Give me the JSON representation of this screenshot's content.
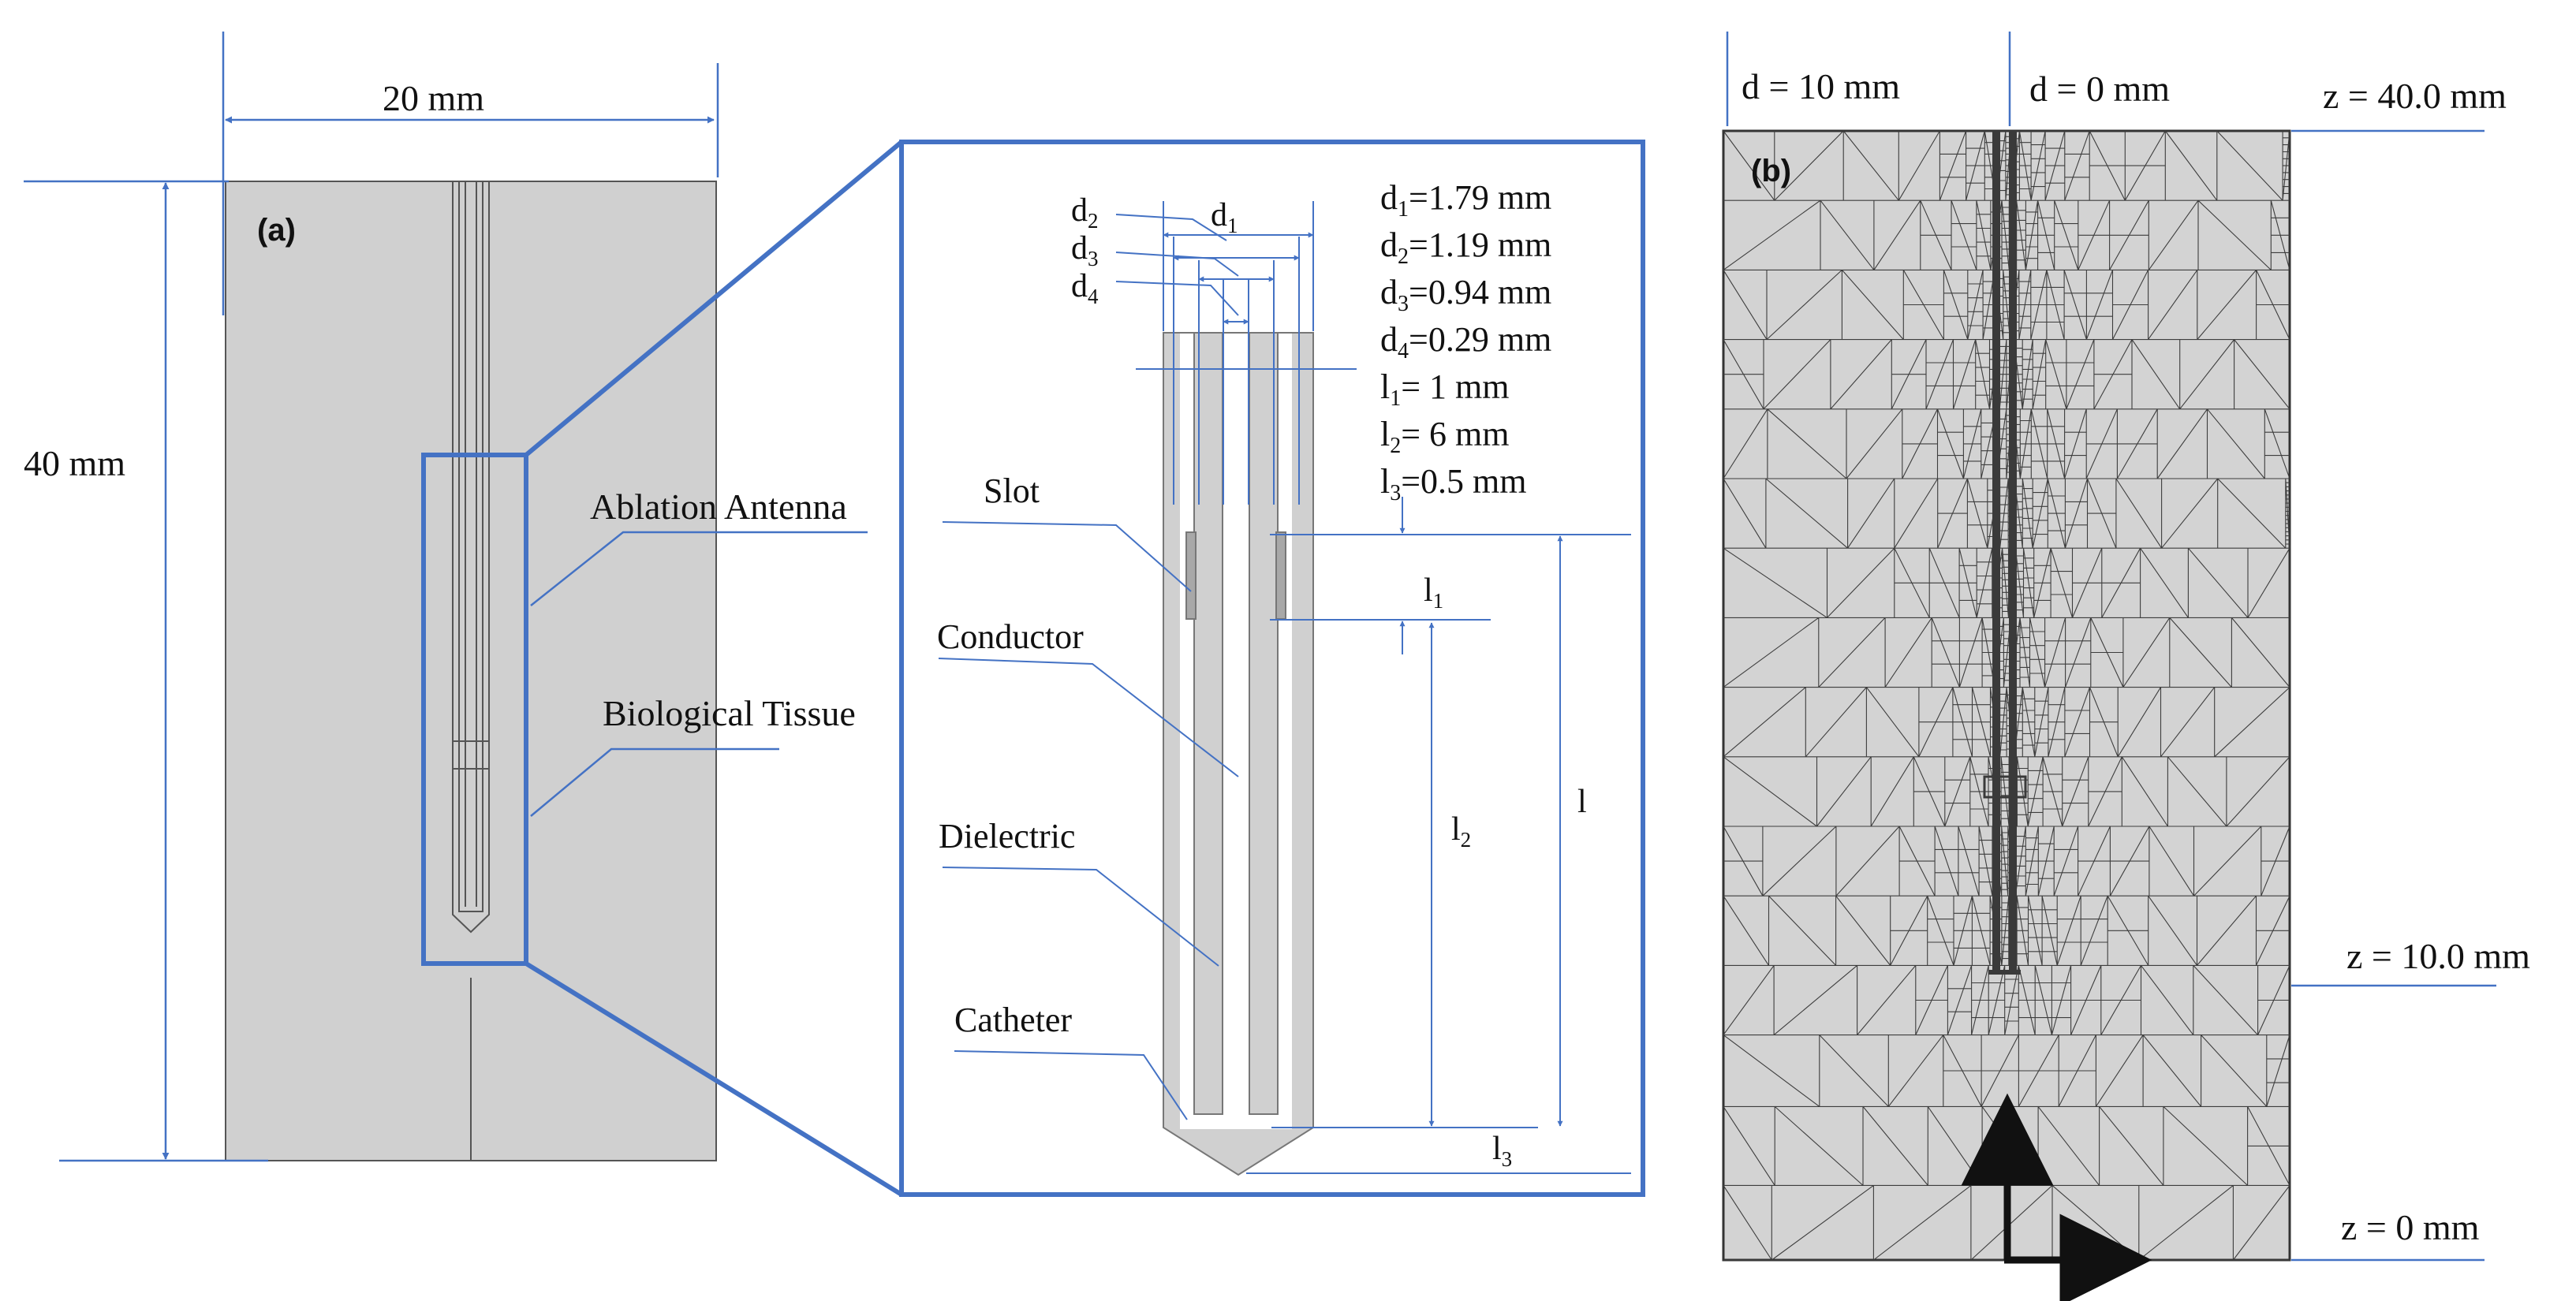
{
  "colors": {
    "dim_line": "#4472C4",
    "tissue": "#D0D0D0",
    "outline": "#555555",
    "mesh_line": "#3d3d3d",
    "axis_arrow": "#111111"
  },
  "panel_a": {
    "tag": "(a)",
    "width_dim": "20 mm",
    "height_dim": "40 mm",
    "label_antenna": "Ablation Antenna",
    "label_tissue": "Biological Tissue"
  },
  "detail": {
    "label_slot": "Slot",
    "label_conductor": "Conductor",
    "label_dielectric": "Dielectric",
    "label_catheter": "Catheter",
    "dims": [
      {
        "base": "d",
        "sub": "1",
        "rest": "=1.79 mm"
      },
      {
        "base": "d",
        "sub": "2",
        "rest": "=1.19 mm"
      },
      {
        "base": "d",
        "sub": "3",
        "rest": "=0.94 mm"
      },
      {
        "base": "d",
        "sub": "4",
        "rest": "=0.29 mm"
      },
      {
        "base": "l",
        "sub": "1",
        "rest": "= 1 mm"
      },
      {
        "base": "l",
        "sub": "2",
        "rest": "= 6 mm"
      },
      {
        "base": "l",
        "sub": "3",
        "rest": "=0.5 mm"
      }
    ],
    "tag_d1": {
      "base": "d",
      "sub": "1"
    },
    "tag_d2": {
      "base": "d",
      "sub": "2"
    },
    "tag_d3": {
      "base": "d",
      "sub": "3"
    },
    "tag_d4": {
      "base": "d",
      "sub": "4"
    },
    "tag_l1": {
      "base": "l",
      "sub": "1"
    },
    "tag_l2": {
      "base": "l",
      "sub": "2"
    },
    "tag_l3": {
      "base": "l",
      "sub": "3"
    },
    "tag_l": "l"
  },
  "panel_b": {
    "tag": "(b)",
    "label_d10": "d = 10 mm",
    "label_d0": "d = 0 mm",
    "label_z40": "z = 40.0 mm",
    "label_z10": "z = 10.0 mm",
    "label_z0": "z = 0 mm"
  }
}
